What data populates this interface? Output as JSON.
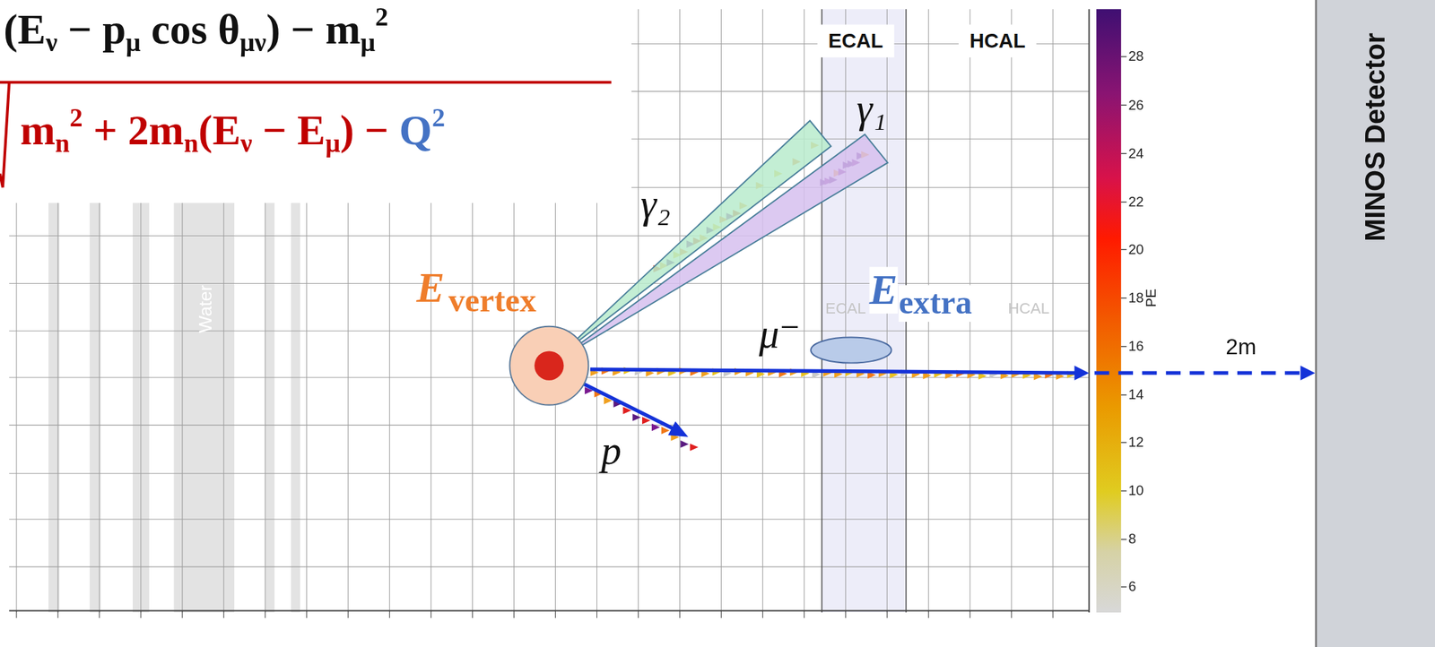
{
  "diagram": {
    "nodes": [
      {
        "text": [
          "E",
          "vertex"
        ]
      },
      {
        "text": [
          "E",
          "extra"
        ]
      },
      {
        "text": [
          "MINOS Detector"
        ]
      },
      {
        "text": [
          "γ₁"
        ]
      },
      {
        "text": [
          "γ₂"
        ]
      }
    ],
    "edges": [
      {
        "from": 0,
        "to": 2,
        "arrow": "to",
        "label": "μ⁻"
      }
    ],
    "labels": [
      "(E",
      "ν",
      " − p",
      "μ",
      " cos θ",
      "μν",
      ") − m",
      "μ",
      "2",
      "m",
      "n",
      "2",
      " + 2m",
      "n",
      "(E",
      "ν",
      " − E",
      "μ",
      ") − ",
      "Q",
      "2",
      "ECAL",
      "HCAL",
      "ECAL",
      "HCAL",
      "Water",
      "p",
      "2m",
      "28",
      "26",
      "24",
      "22",
      "20",
      "18",
      "16",
      "14",
      "12",
      "10",
      "8",
      "6",
      "PE"
    ]
  }
}
